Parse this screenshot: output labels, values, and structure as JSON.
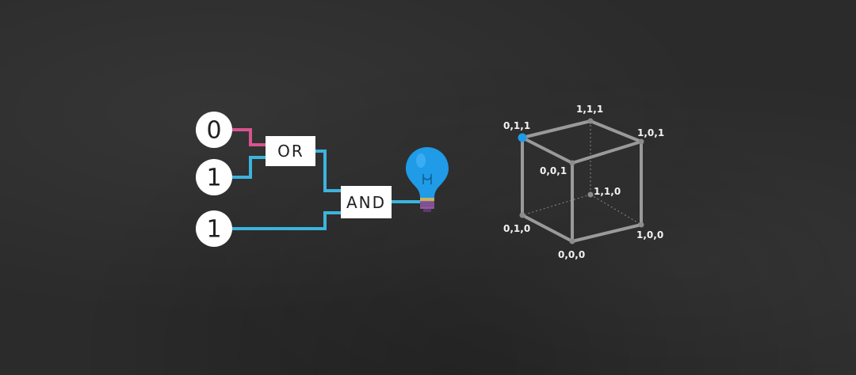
{
  "circuit": {
    "inputs": [
      {
        "value": "0",
        "state": "off"
      },
      {
        "value": "1",
        "state": "on"
      },
      {
        "value": "1",
        "state": "on"
      }
    ],
    "gates": {
      "or_label": "OR",
      "and_label": "AND"
    },
    "output": {
      "icon": "lightbulb-icon",
      "state": "lit"
    },
    "colors": {
      "wire_on": "#3cb4de",
      "wire_off": "#d9538f",
      "bulb": "#1f9be8",
      "bulb_base": "#8a5a9c"
    }
  },
  "cube": {
    "vertices": {
      "v000": "0,0,0",
      "v001": "0,0,1",
      "v010": "0,1,0",
      "v011": "0,1,1",
      "v100": "1,0,0",
      "v101": "1,0,1",
      "v110": "1,1,0",
      "v111": "1,1,1"
    },
    "highlighted_vertex": "0,1,1",
    "colors": {
      "edge": "#9a9a9a",
      "vertex": "#8c8c8c",
      "highlight": "#1f9be8"
    }
  }
}
